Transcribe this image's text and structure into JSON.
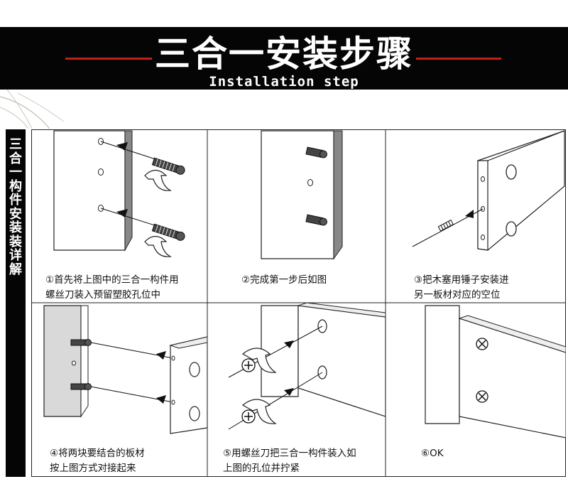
{
  "header": {
    "title": "三合一安装步骤",
    "subtitle": "Installation step",
    "accent_color": "#c0201c"
  },
  "sidebar": {
    "label": "三合一构件安装装详解"
  },
  "steps": [
    {
      "line1": "①首先将上图中的三合一构件用",
      "line2": "螺丝刀装入预留塑胶孔位中"
    },
    {
      "line1": "②完成第一步后如图",
      "line2": ""
    },
    {
      "line1": "③把木塞用锤子安装进",
      "line2": "另一板材对应的空位"
    },
    {
      "line1": "④将两块要结合的板材",
      "line2": "按上图方式对接起来"
    },
    {
      "line1": "⑤用螺丝刀把三合一构件装入如",
      "line2": "上图的孔位并拧紧"
    },
    {
      "line1": "⑥OK",
      "line2": ""
    }
  ]
}
